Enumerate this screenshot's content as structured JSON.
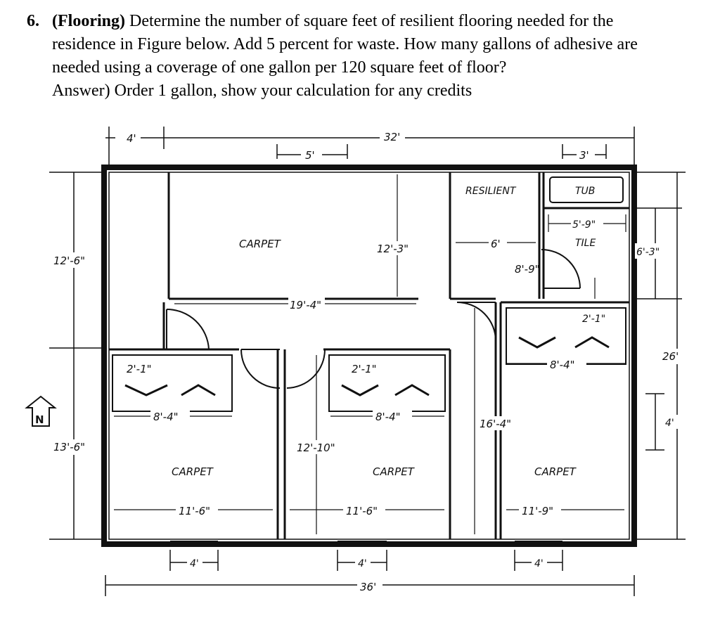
{
  "question": {
    "number": "6.",
    "topic": "(Flooring)",
    "line1_rest": "Determine the number of square feet of resilient flooring needed for the",
    "line2": "residence in Figure below. Add 5 percent for waste. How many gallons of adhesive are",
    "line3": "needed using a coverage of one gallon per 120 square feet of floor?",
    "answer": "Answer)  Order 1 gallon, show your calculation for any credits"
  },
  "floor_plan": {
    "dimensions": {
      "top_left_4": "4'",
      "overall_top": "32'",
      "window_5": "5'",
      "window_3": "3'",
      "left_12_6": "12'-6\"",
      "left_13_6": "13'-6\"",
      "living_height": "12'-3\"",
      "living_width": "19'-4\"",
      "resilient_width": "6'",
      "hall_8_9": "8'-9\"",
      "tile_width": "5'-9\"",
      "right_6_3": "6'-3\"",
      "right_26": "26'",
      "right_4": "4'",
      "closet1_depth": "2'-1\"",
      "closet1_width": "8'-4\"",
      "closet2_depth": "2'-1\"",
      "closet2_width": "8'-4\"",
      "closet3_depth": "2'-1\"",
      "closet3_width": "8'-4\"",
      "hall_12_10": "12'-10\"",
      "bed3_height": "16'-4\"",
      "bed1_width": "11'-6\"",
      "bed2_width": "11'-6\"",
      "bed3_width": "11'-9\"",
      "bottom_window_1": "4'",
      "bottom_window_2": "4'",
      "bottom_window_3": "4'",
      "overall_bottom": "36'"
    },
    "rooms": {
      "living": "CARPET",
      "resilient": "RESILIENT",
      "tub": "TUB",
      "tile": "TILE",
      "bed1": "CARPET",
      "bed2": "CARPET",
      "bed3": "CARPET"
    },
    "north_arrow": "N"
  }
}
